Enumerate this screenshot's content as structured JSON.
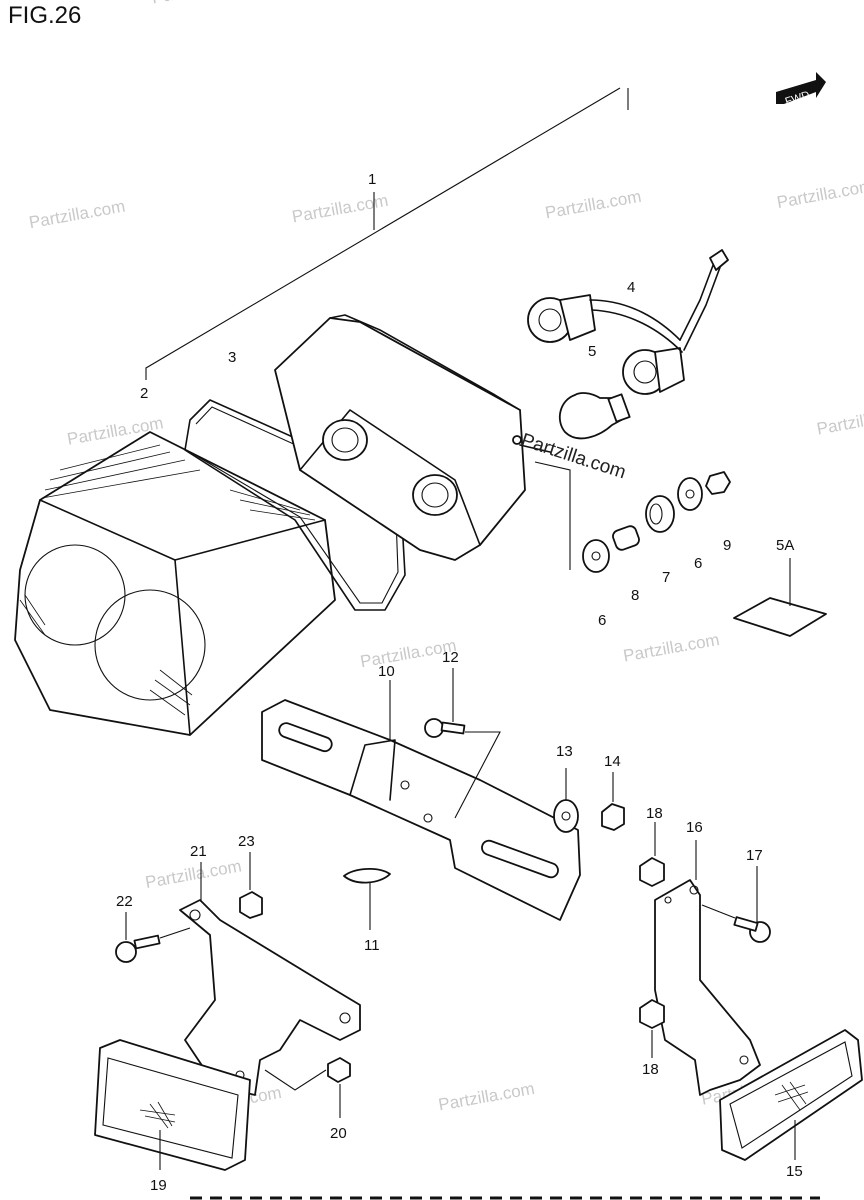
{
  "figure": {
    "title": "FIG.26"
  },
  "direction_tag": {
    "label": "FWD"
  },
  "watermark": {
    "brand": "Partzilla.com",
    "highlight_text": "Partzilla.com"
  },
  "callouts": {
    "c1": "1",
    "c2": "2",
    "c3": "3",
    "c4": "4",
    "c5": "5",
    "c5a": "5A",
    "c6a": "6",
    "c6b": "6",
    "c7": "7",
    "c8": "8",
    "c9": "9",
    "c10": "10",
    "c11": "11",
    "c12": "12",
    "c13": "13",
    "c14": "14",
    "c15": "15",
    "c16": "16",
    "c17": "17",
    "c18a": "18",
    "c18b": "18",
    "c19": "19",
    "c20": "20",
    "c21": "21",
    "c22": "22",
    "c23": "23"
  }
}
